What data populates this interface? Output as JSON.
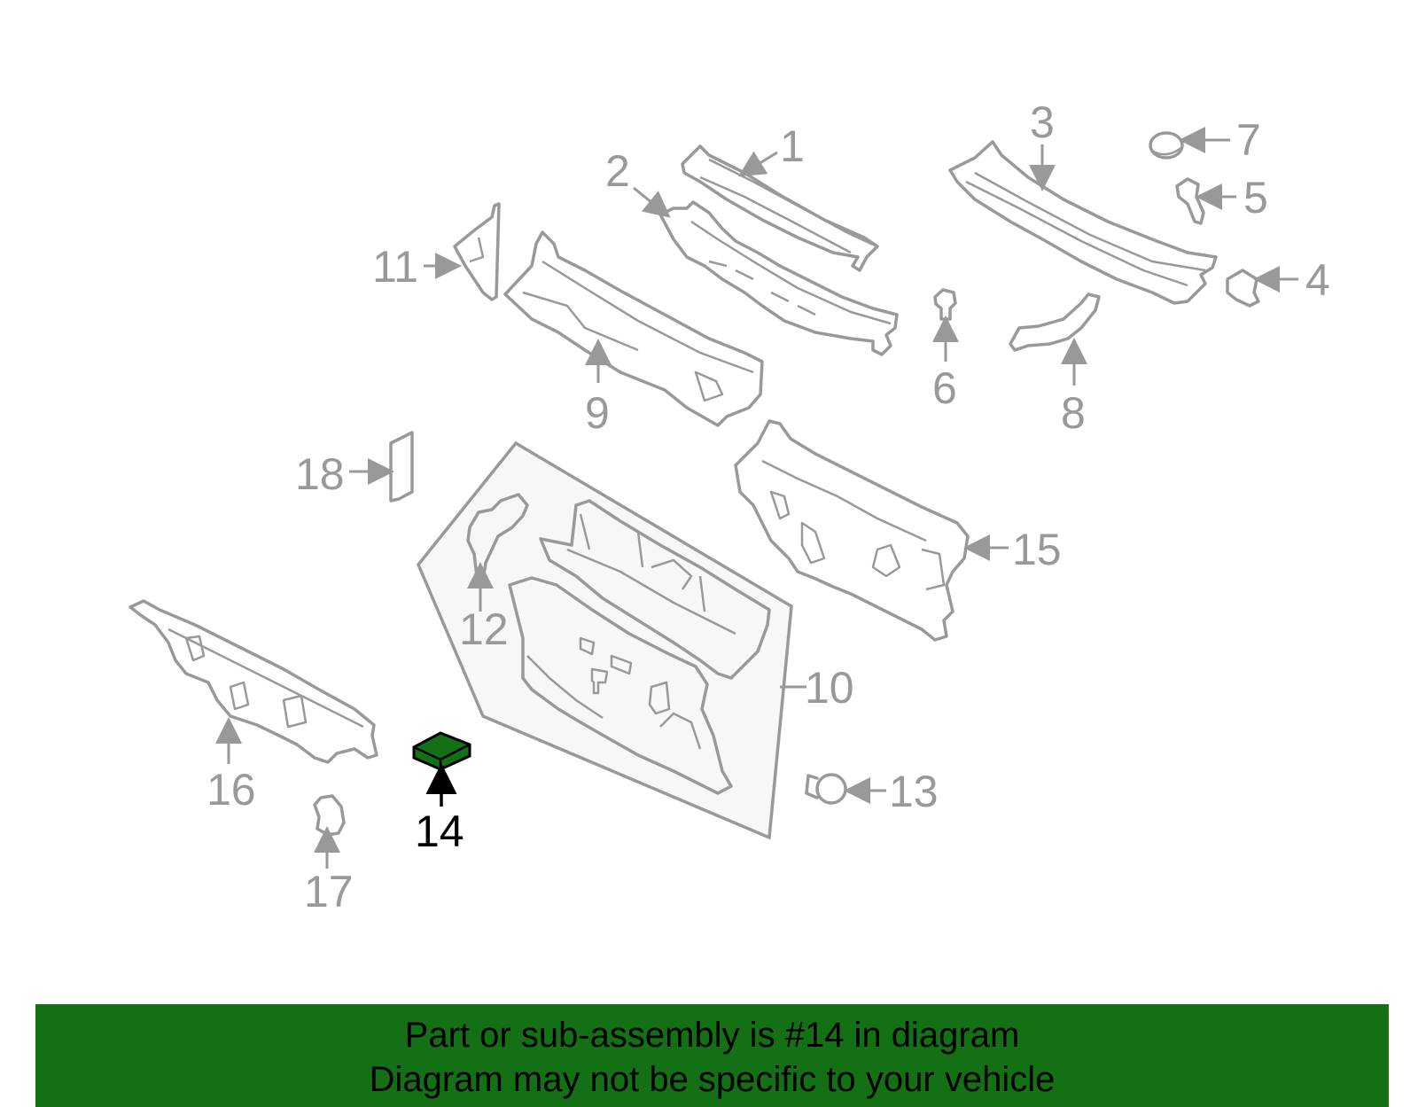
{
  "diagram": {
    "highlighted_part": "14",
    "highlight_color": "#137014",
    "part_color": "#999999",
    "callouts": [
      "1",
      "2",
      "3",
      "4",
      "5",
      "6",
      "7",
      "8",
      "9",
      "10",
      "11",
      "12",
      "13",
      "14",
      "15",
      "16",
      "17",
      "18"
    ]
  },
  "banner": {
    "line1": "Part or sub-assembly is #14 in diagram",
    "line2": "Diagram may not be specific to your vehicle",
    "background": "#137014"
  }
}
